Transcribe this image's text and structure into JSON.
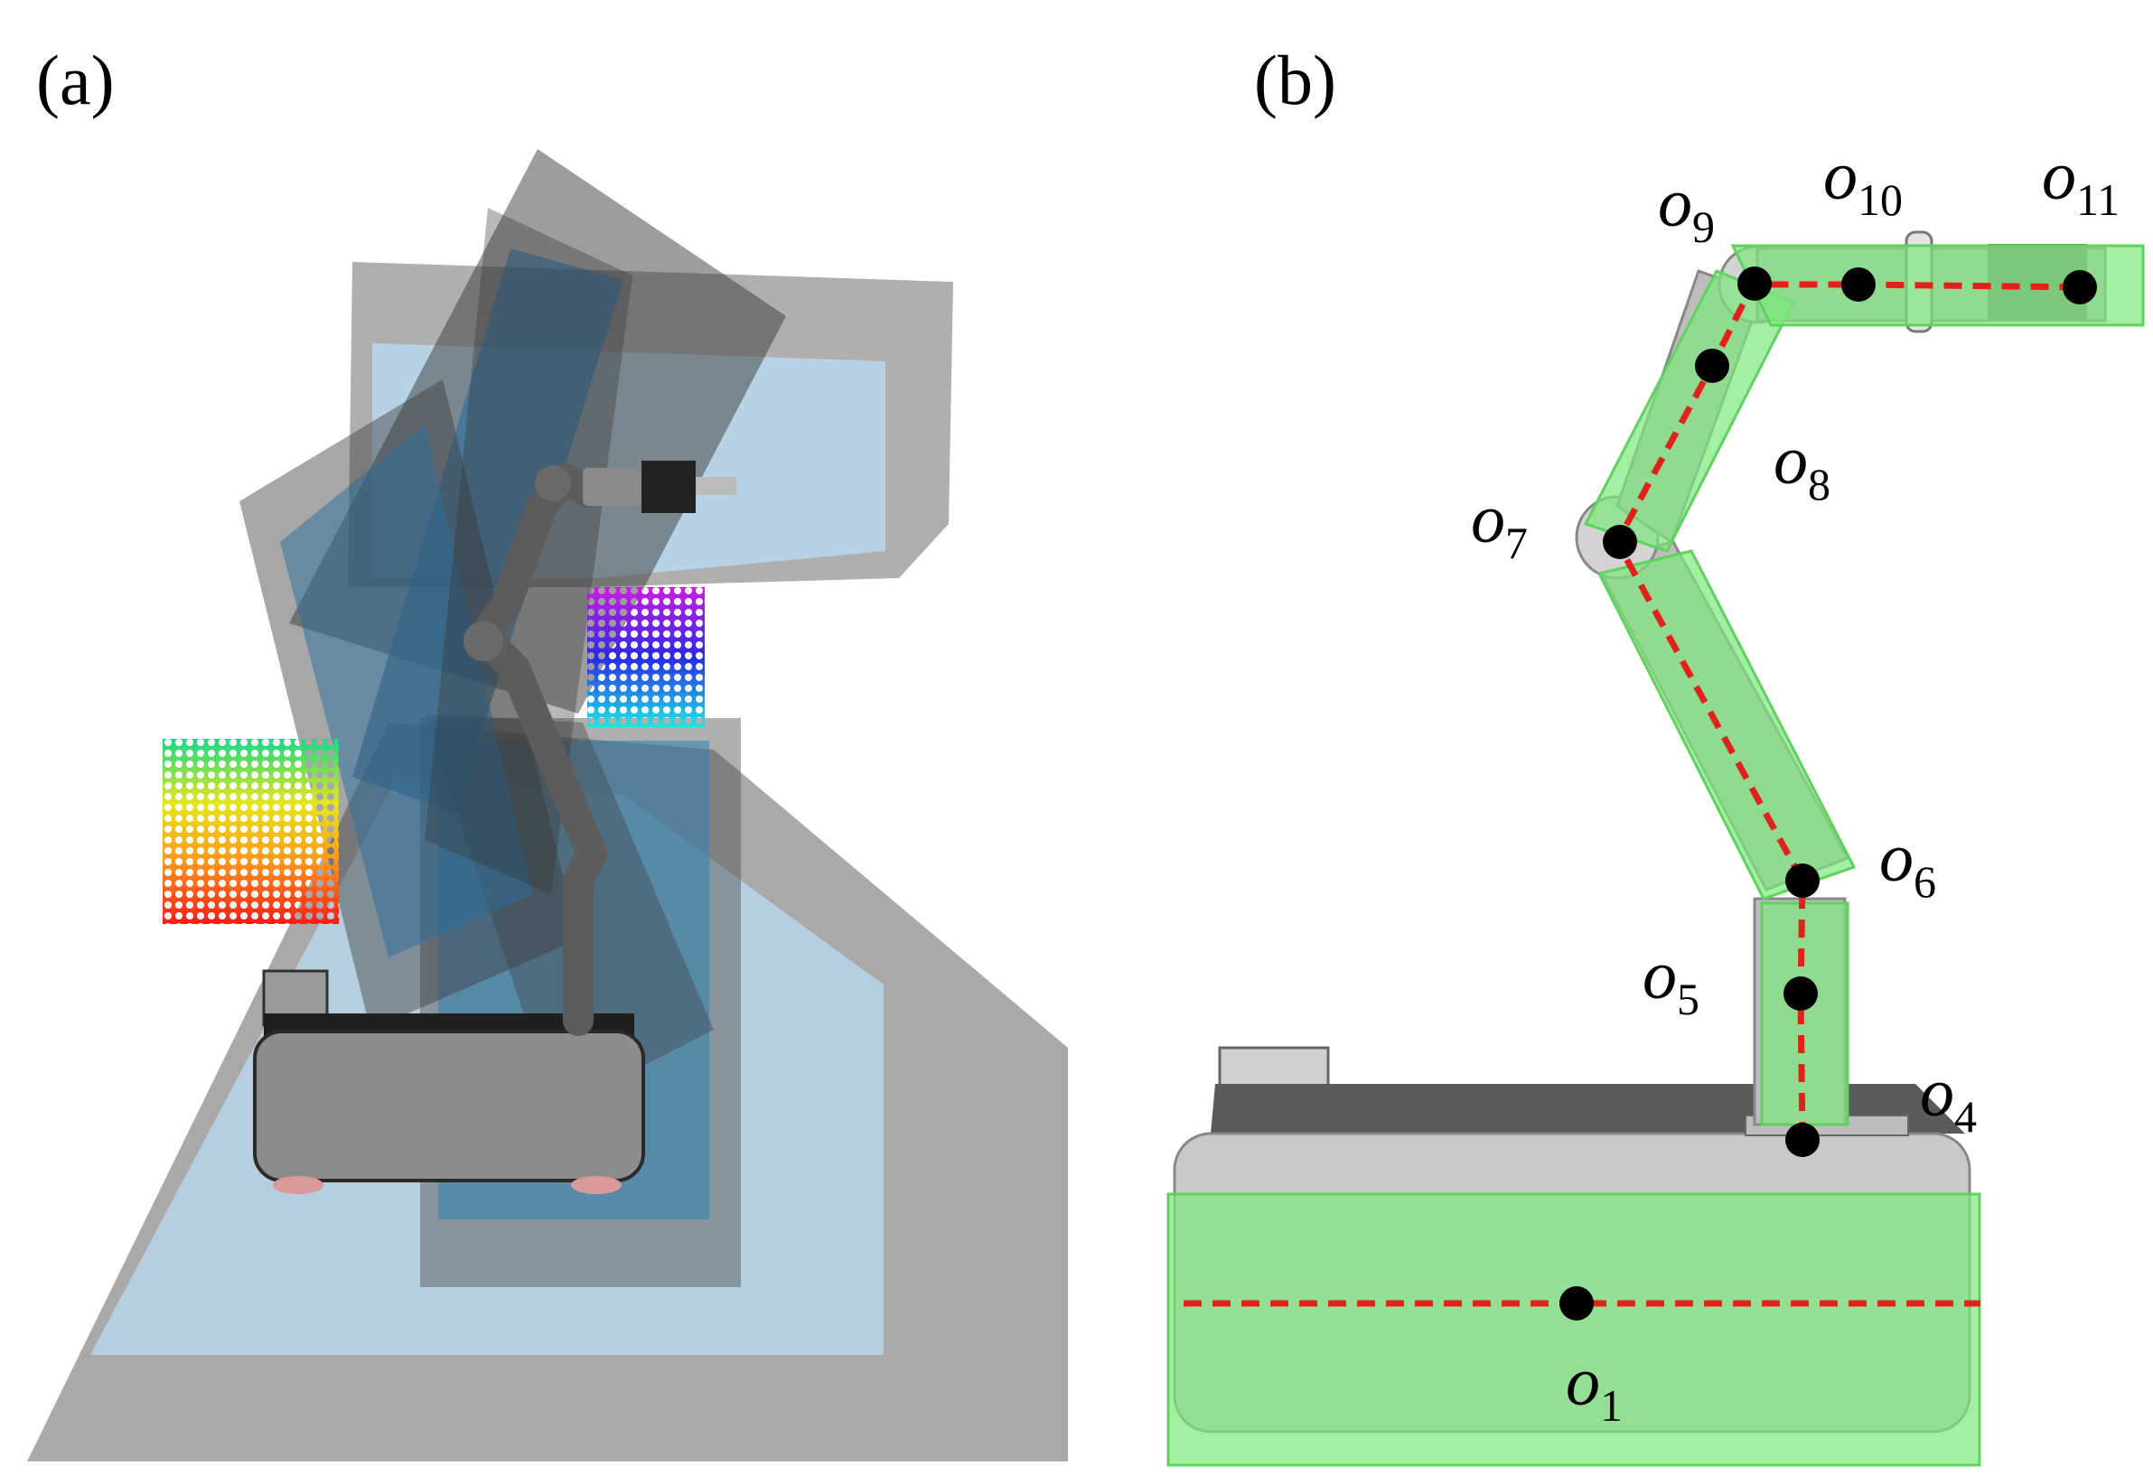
{
  "panels": {
    "a": {
      "label": "(a)"
    },
    "b": {
      "label": "(b)"
    }
  },
  "colors": {
    "gray_obstacle": "#7a7a7a",
    "blue_obstacle": "#4f94c4",
    "green_bounding_box": "#7ee87e",
    "centerline": "#e0221a",
    "center_point": "#000000",
    "robot_body": "#8a8a8a"
  },
  "frames": [
    {
      "id": "o1",
      "letter": "o",
      "sub": "1"
    },
    {
      "id": "o4",
      "letter": "o",
      "sub": "4"
    },
    {
      "id": "o5",
      "letter": "o",
      "sub": "5"
    },
    {
      "id": "o6",
      "letter": "o",
      "sub": "6"
    },
    {
      "id": "o7",
      "letter": "o",
      "sub": "7"
    },
    {
      "id": "o8",
      "letter": "o",
      "sub": "8"
    },
    {
      "id": "o9",
      "letter": "o",
      "sub": "9"
    },
    {
      "id": "o10",
      "letter": "o",
      "sub": "10"
    },
    {
      "id": "o11",
      "letter": "o",
      "sub": "11"
    }
  ]
}
